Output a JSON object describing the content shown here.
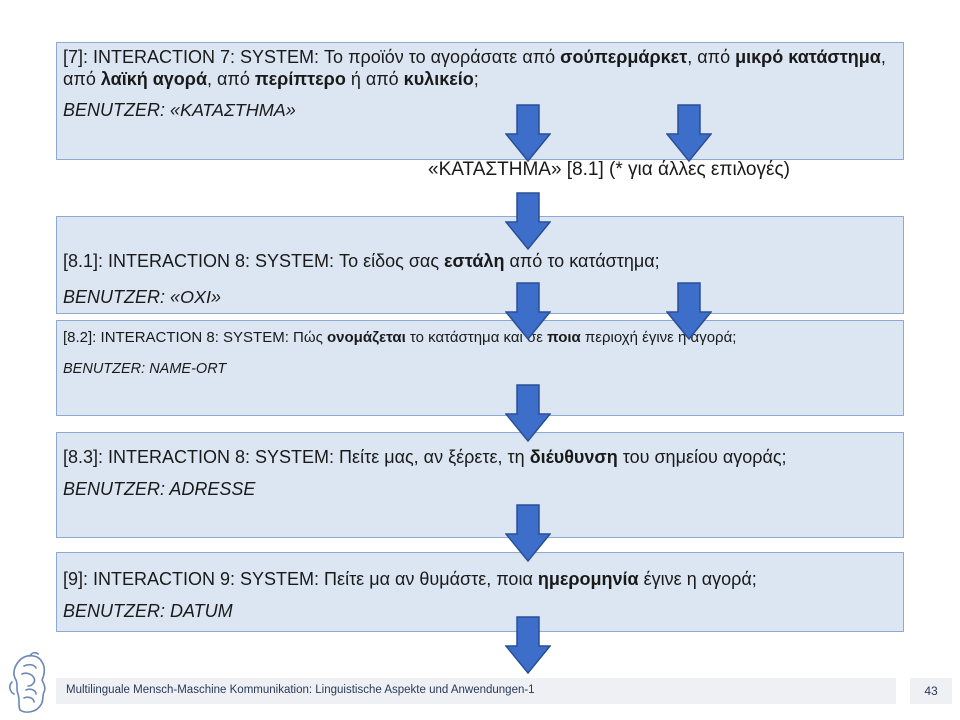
{
  "box1": {
    "system": [
      {
        "t": "[7]: INTERACTION 7: SYSTEM: Το προϊόν το αγοράσατε από "
      },
      {
        "t": "σούπερμάρκετ",
        "b": true
      },
      {
        "t": ", από "
      },
      {
        "t": "μικρό κατάστημα",
        "b": true
      },
      {
        "t": ", από "
      },
      {
        "t": "λαϊκή αγορά",
        "b": true
      },
      {
        "t": ", από "
      },
      {
        "t": "περίπτερο",
        "b": true
      },
      {
        "t": " ή από "
      },
      {
        "t": "κυλικείο",
        "b": true
      },
      {
        "t": ";"
      }
    ],
    "user": "BENUTZER: «ΚΑΤΑΣΤΗΜΑ»"
  },
  "note": "«ΚΑΤΑΣΤΗΜΑ» [8.1] (* για άλλες επιλογές)",
  "box2": {
    "system": [
      {
        "t": "[8.1]: INTERACTION 8: SYSTEM: Το είδος σας "
      },
      {
        "t": "εστάλη",
        "b": true
      },
      {
        "t": " από το κατάστημα;"
      }
    ],
    "user": "BENUTZER: «ΟΧΙ»"
  },
  "box3": {
    "system": [
      {
        "t": "[8.2]: INTERACTION 8: SYSTEM: Πώς "
      },
      {
        "t": "ονομάζεται",
        "b": true
      },
      {
        "t": " το κατάστημα και σε "
      },
      {
        "t": "ποια",
        "b": true
      },
      {
        "t": " περιοχή έγινε η αγορά;"
      }
    ],
    "user": "BENUTZER: NAME-ORT"
  },
  "box4": {
    "system": [
      {
        "t": "[8.3]: INTERACTION 8: SYSTEM: Πείτε μας, αν ξέρετε, τη "
      },
      {
        "t": "διέυθυνση",
        "b": true
      },
      {
        "t": " του σημείου αγοράς;"
      }
    ],
    "user": "BENUTZER: ADRESSE"
  },
  "box5": {
    "system": [
      {
        "t": "[9]: INTERACTION 9: SYSTEM: Πείτε μα αν θυμάστε, ποια "
      },
      {
        "t": "ημερομηνία",
        "b": true
      },
      {
        "t": " έγινε η αγορά;"
      }
    ],
    "user": "BENUTZER: DATUM"
  },
  "footer": {
    "text": "Multilinguale Mensch-Maschine Kommunikation: Linguistische Aspekte und Anwendungen-1",
    "page": "43"
  },
  "colors": {
    "box_fill": "#dce6f2",
    "box_border": "#8eaad3",
    "arrow_fill": "#3d6ec9",
    "arrow_stroke": "#2a4f96"
  },
  "icons": {
    "arrow": "down-arrow-icon",
    "logo": "athena-head-logo"
  }
}
